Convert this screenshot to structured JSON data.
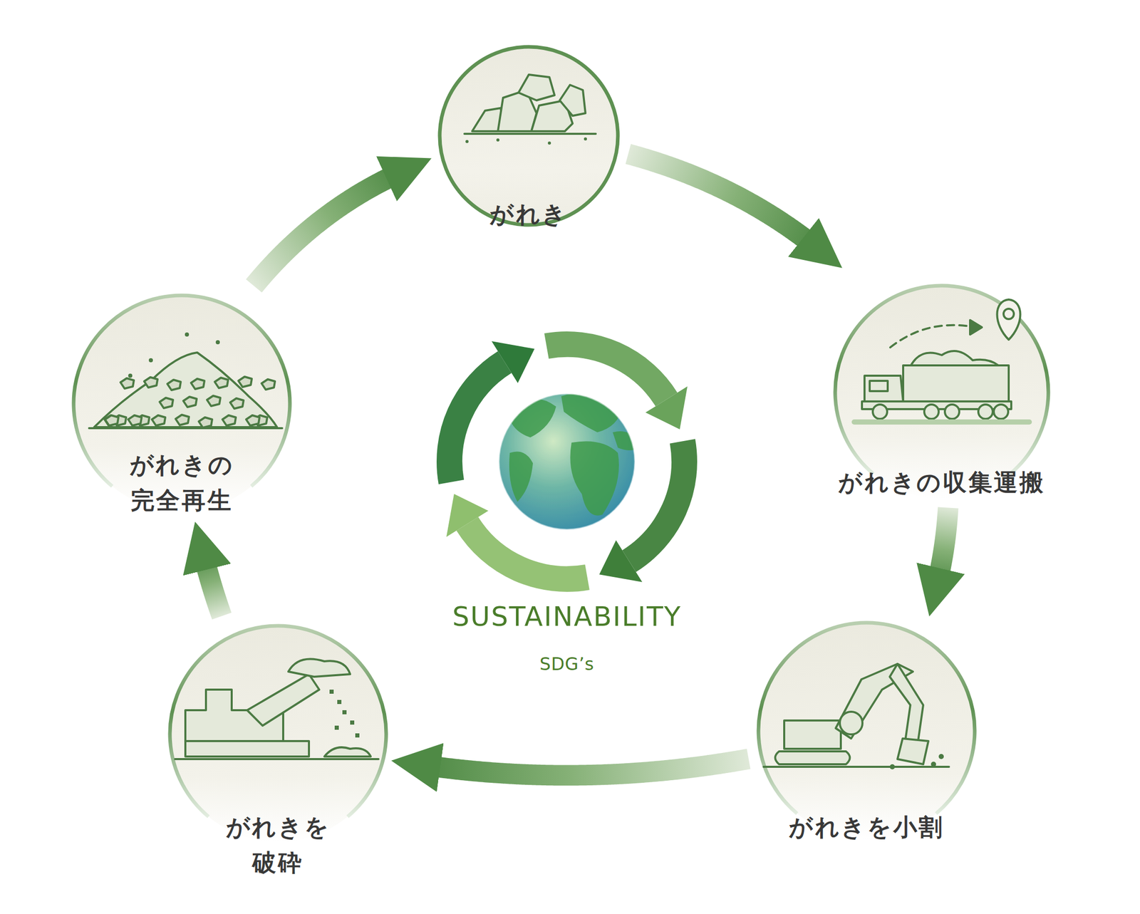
{
  "diagram": {
    "nodes": [
      {
        "text": [
          "がれき"
        ]
      },
      {
        "text": [
          "がれきの収集運搬"
        ]
      },
      {
        "text": [
          "がれきを小割"
        ]
      },
      {
        "text": [
          "がれきを 破砕"
        ]
      },
      {
        "text": [
          "がれきの 完全再生"
        ]
      }
    ],
    "edges": [
      {
        "from": 0,
        "to": 1,
        "arrow": "to"
      },
      {
        "from": 1,
        "to": 2,
        "arrow": "to"
      },
      {
        "from": 2,
        "to": 3,
        "arrow": "to"
      },
      {
        "from": 3,
        "to": 4,
        "arrow": "to"
      },
      {
        "from": 4,
        "to": 0,
        "arrow": "to"
      }
    ],
    "labels": [
      "SUSTAINABILITY",
      "SDG’s"
    ]
  }
}
